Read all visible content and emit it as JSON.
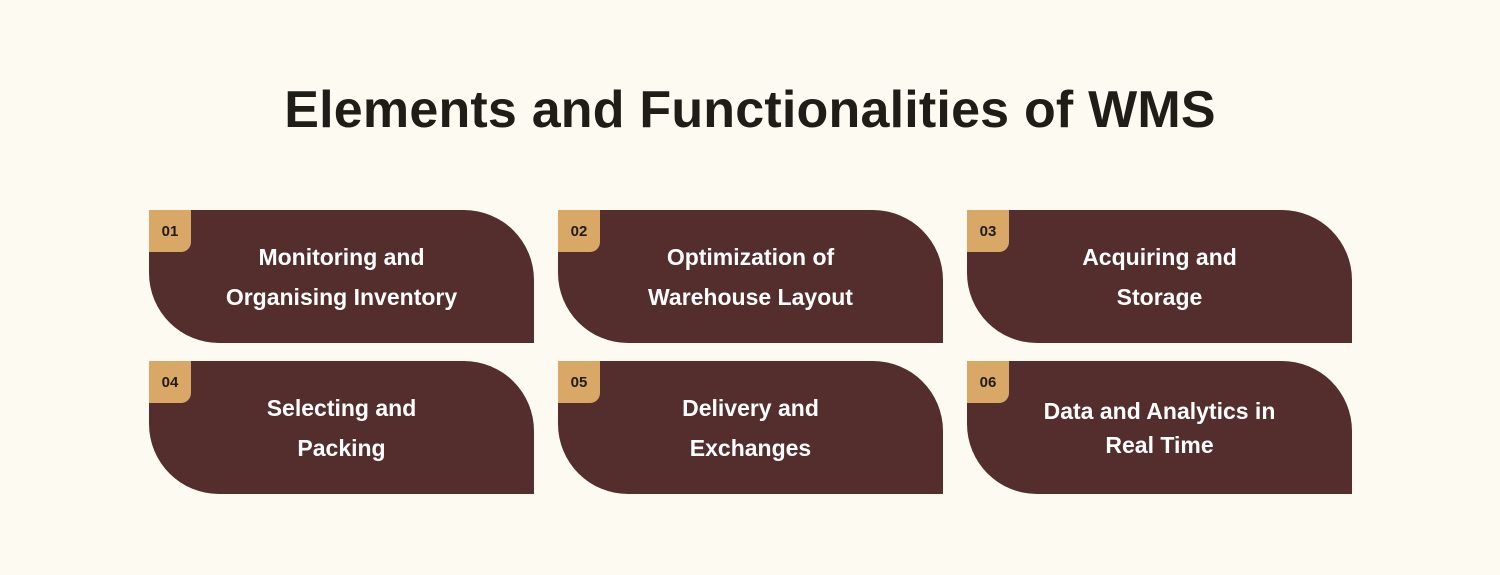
{
  "title": "Elements and Functionalities of WMS",
  "colors": {
    "background": "#fdfaf1",
    "card": "#532e2c",
    "badge": "#d9a766",
    "title_text": "#1e1d18",
    "card_text": "#ffffff"
  },
  "cards": [
    {
      "number": "01",
      "label": "Monitoring and Organising Inventory"
    },
    {
      "number": "02",
      "label": "Optimization of Warehouse Layout"
    },
    {
      "number": "03",
      "label": "Acquiring and Storage"
    },
    {
      "number": "04",
      "label": "Selecting and Packing"
    },
    {
      "number": "05",
      "label": "Delivery and Exchanges"
    },
    {
      "number": "06",
      "label": "Data and Analytics in Real Time"
    }
  ]
}
